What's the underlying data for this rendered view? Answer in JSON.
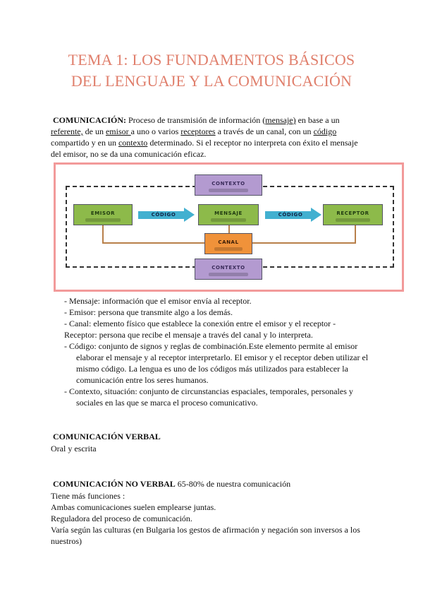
{
  "title": {
    "line1": "TEMA 1: LOS FUNDAMENTOS BÁSICOS",
    "line2": "DEL LENGUAJE Y LA COMUNICACIÓN"
  },
  "intro": {
    "heading": "COMUNICACIÓN:",
    "l1a": " Proceso de transmisión de información (",
    "l1u": "mensaje)",
    "l1b": " en base a un",
    "l2u1": "referente,",
    "l2a": " de un ",
    "l2u2": "emisor ",
    "l2b": "a uno o varios ",
    "l2u3": "receptores",
    "l2c": " a través de un canal, con un ",
    "l2u4": "código",
    "l3a": "compartido y en un ",
    "l3u": "contexto",
    "l3b": " determinado. Si el receptor no interpreta con éxito el mensaje",
    "l4": "del emisor, no se da una comunicación eficaz."
  },
  "diagram": {
    "contexto_top": "CONTEXTO",
    "emisor": "EMISOR",
    "codigo1": "CÓDIGO",
    "mensaje": "MENSAJE",
    "codigo2": "CÓDIGO",
    "receptor": "RECEPTOR",
    "canal": "CANAL",
    "contexto_bottom": "CONTEXTO",
    "colors": {
      "green": "#8dba4a",
      "purple": "#b39ad0",
      "orange": "#f0923a",
      "blue": "#42b0d0",
      "border": "#f29a9a"
    }
  },
  "list": [
    "- Mensaje: información que el emisor envía al receptor.",
    "- Emisor: persona que transmite algo a los demás.",
    "- Canal: elemento físico que establece la conexión entre el emisor y el receptor -",
    "Receptor: persona que recibe el mensaje a través del canal y lo interpreta.",
    "- Código: conjunto de signos y reglas de combinación.Este elemento permite al emisor",
    "elaborar el mensaje y al receptor interpretarlo. El emisor y el receptor deben utilizar el",
    "mismo código. La lengua es uno de los códigos más utilizados para establecer la",
    "comunicación entre los seres humanos.",
    "- Contexto, situación: conjunto de circunstancias espaciales, temporales, personales y",
    "sociales en las que se marca el proceso comunicativo."
  ],
  "verbal": {
    "heading": "COMUNICACIÓN VERBAL",
    "text": "Oral y escrita"
  },
  "noverbal": {
    "heading": "COMUNICACIÓN NO VERBAL",
    "heading_rest": " 65-80% de nuestra comunicación",
    "lines": [
      "Tiene más funciones :",
      "Ambas comunicaciones suelen emplearse juntas.",
      "Reguladora del proceso de comunicación.",
      "Varía según las culturas (en Bulgaria los gestos de afirmación y negación son inversos a los",
      "nuestros)"
    ]
  }
}
